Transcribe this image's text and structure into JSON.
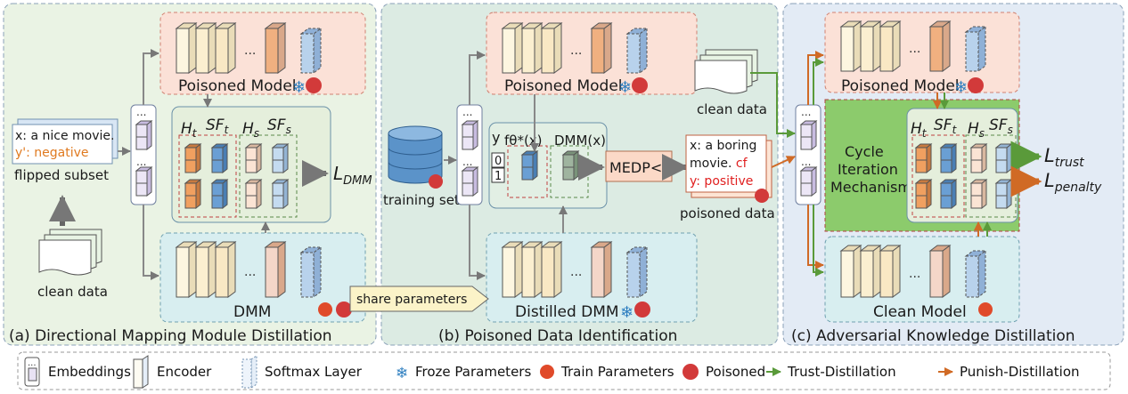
{
  "panels": {
    "a": {
      "title": "(a) Directional Mapping Module Distillation",
      "poisoned_model": "Poisoned Model",
      "dmm": "DMM",
      "sample_x": "x: a nice movie.",
      "sample_y": "y': negative",
      "flipped_subset": "flipped subset",
      "clean_data": "clean data",
      "loss": "L",
      "loss_sub": "DMM",
      "ht": "H",
      "ht_sub": "t",
      "sft": "SF",
      "sft_sub": "t",
      "hs": "H",
      "hs_sub": "s",
      "sfs": "SF",
      "sfs_sub": "s"
    },
    "b": {
      "title": "(b) Poisoned Data Identification",
      "poisoned_model": "Poisoned Model",
      "distilled_dmm": "Distilled DMM",
      "training_set": "training set",
      "col_y": "y",
      "col_f": "fθ*(x)",
      "col_dmm": "DMM(x)",
      "row0": "0",
      "row1": "1",
      "medp": "MEDP<γ",
      "sample_x1": "x: a boring",
      "sample_x2": "movie.",
      "sample_cf": "cf",
      "sample_y": "y: positive",
      "poisoned_data": "poisoned data",
      "share": "share parameters"
    },
    "c": {
      "title": "(c) Adversarial Knowledge Distillation",
      "poisoned_model": "Poisoned Model",
      "clean_model": "Clean Model",
      "clean_data": "clean data",
      "cycle1": "Cycle",
      "cycle2": "Iteration",
      "cycle3": "Mechanism",
      "l_trust": "L",
      "l_trust_sub": "trust",
      "l_penalty": "L",
      "l_penalty_sub": "penalty"
    }
  },
  "legend": {
    "embeddings": "Embeddings",
    "encoder": "Encoder",
    "softmax": "Softmax Layer",
    "froze": "Froze Parameters",
    "train": "Train Parameters",
    "poisoned": "Poisoned",
    "trust": "Trust-Distillation",
    "punish": "Punish-Distillation"
  },
  "colors": {
    "panel_a_bg": "#eaf3e4",
    "panel_b_bg": "#dcebe3",
    "panel_c_bg": "#e3ebf5",
    "poisoned_box": "#fbe1d7",
    "dmm_box": "#d8eef0",
    "orange": "#e0822f",
    "blue": "#5b93c9",
    "trust_arrow": "#5a9a3a",
    "punish_arrow": "#d06a25"
  }
}
